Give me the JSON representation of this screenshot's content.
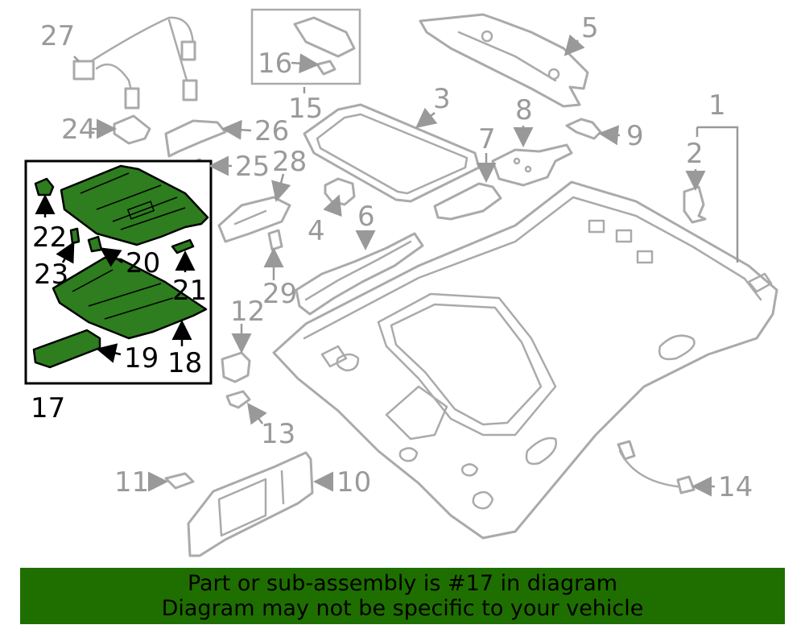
{
  "callouts": {
    "c1": "1",
    "c2": "2",
    "c3": "3",
    "c4": "4",
    "c5": "5",
    "c6": "6",
    "c7": "7",
    "c8": "8",
    "c9": "9",
    "c10": "10",
    "c11": "11",
    "c12": "12",
    "c13": "13",
    "c14": "14",
    "c15": "15",
    "c16": "16",
    "c17": "17",
    "c18": "18",
    "c19": "19",
    "c20": "20",
    "c21": "21",
    "c22": "22",
    "c23": "23",
    "c24": "24",
    "c25": "25",
    "c26": "26",
    "c27": "27",
    "c28": "28",
    "c29": "29"
  },
  "highlight": {
    "part": "17",
    "color": "#2e7d1f"
  },
  "banner": {
    "line1": "Part or sub-assembly is #17 in diagram",
    "line2": "Diagram may not be specific to your vehicle",
    "background": "#1f6f00"
  }
}
